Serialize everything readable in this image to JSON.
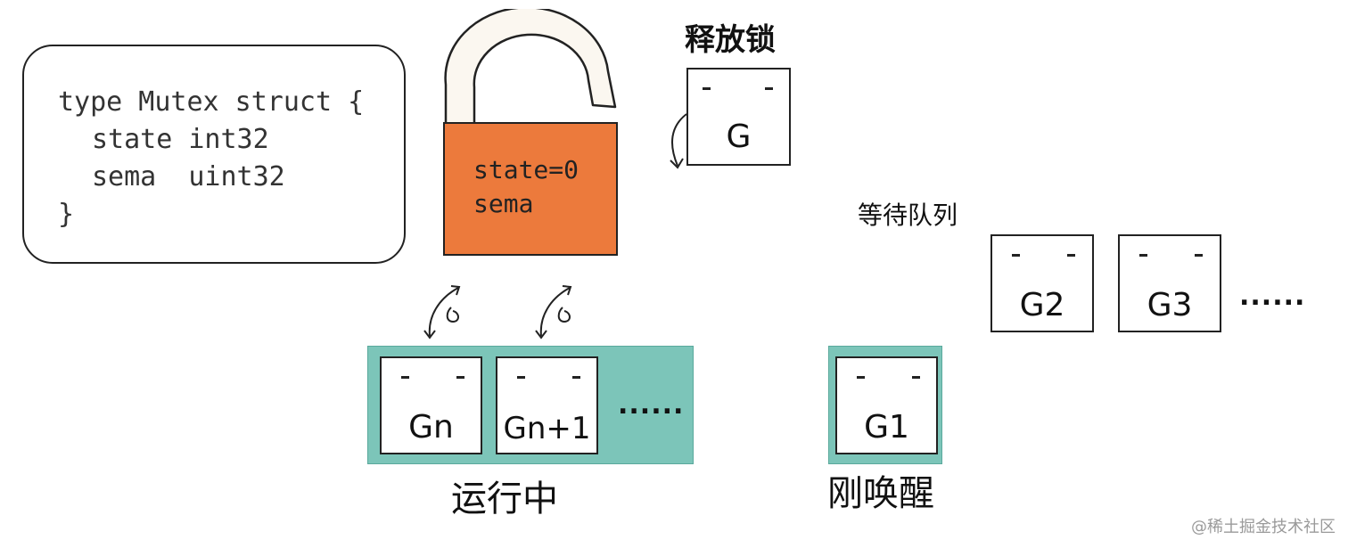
{
  "code": {
    "line1": "type Mutex struct {",
    "line2": "state int32",
    "line3": "sema  uint32",
    "line4": "}"
  },
  "lock": {
    "state": "state=0",
    "sema": "sema",
    "body_color": "#ec7a3c",
    "shackle_color": "#fbf7f0"
  },
  "release": {
    "label": "释放锁",
    "g_label": "G"
  },
  "wait_queue": {
    "label": "等待队列",
    "items": [
      "G2",
      "G3"
    ],
    "more": "......"
  },
  "running": {
    "label": "运行中",
    "items": [
      "Gn",
      "Gn+1"
    ],
    "more": "......",
    "color": "#7cc5b9"
  },
  "woken": {
    "label": "刚唤醒",
    "g_label": "G1"
  },
  "watermark": "@稀土掘金技术社区"
}
